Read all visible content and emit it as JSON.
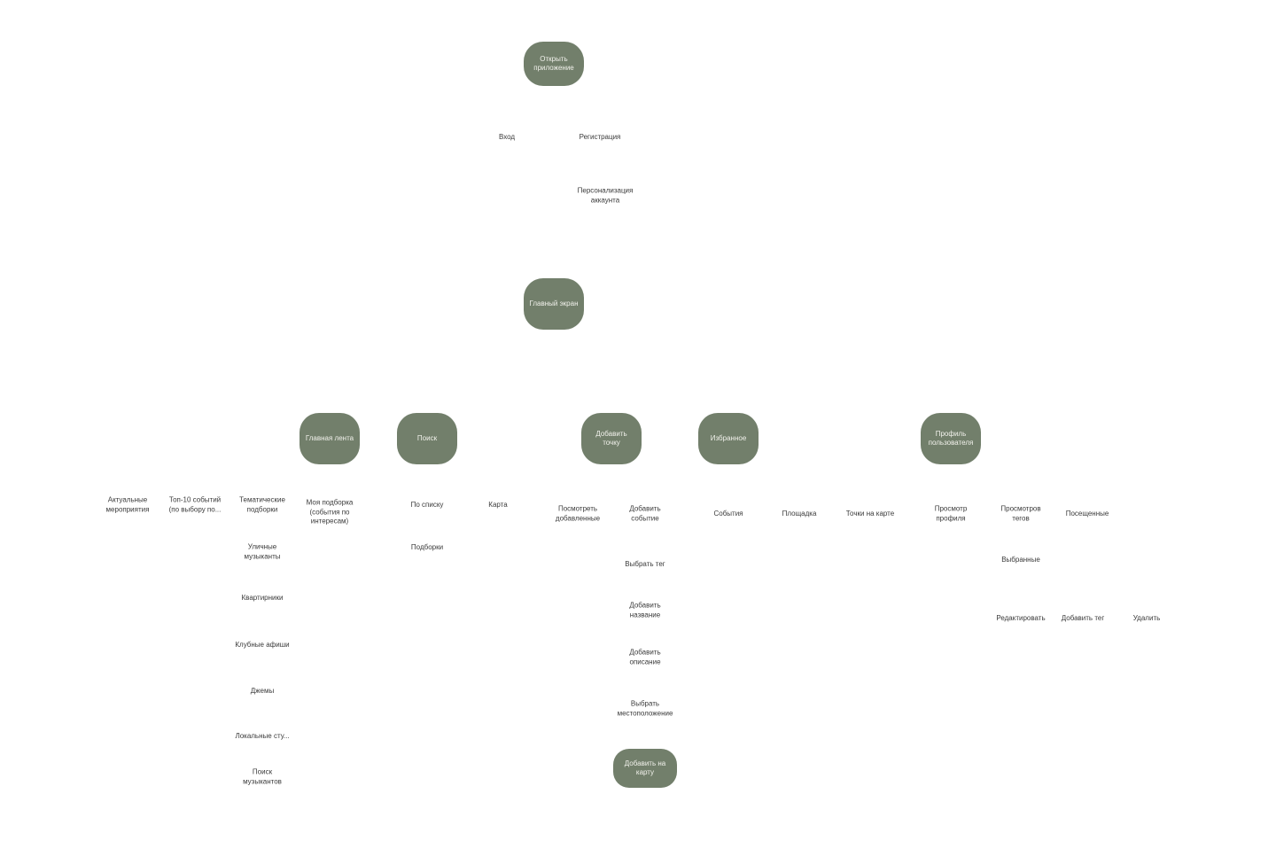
{
  "nodes": {
    "open_app": "Открыть\nприложение",
    "main_screen": "Главный экран",
    "main_feed": "Главная лента",
    "search": "Поиск",
    "add_point": "Добавить точку",
    "favorites": "Избранное",
    "user_profile": "Профиль\nпользователя",
    "add_to_map": "Добавить на\nкарту"
  },
  "labels": {
    "login": "Вход",
    "registration": "Регистрация",
    "personalization": "Персонализация\nаккаунта",
    "actual_events": "Актуальные\nмероприятия",
    "top10": "Топ-10 событий\n(по выбору по...",
    "thematic": "Тематические\nподборки",
    "my_selection": "Моя подборка\n(события по\nинтересам)",
    "street_musicians": "Уличные\nмузыканты",
    "apartment": "Квартирники",
    "club_posters": "Клубные афиши",
    "jams": "Джемы",
    "local_studios": "Локальные сту...",
    "musician_search": "Поиск\nмузыкантов",
    "by_list": "По списку",
    "map": "Карта",
    "collections": "Подборки",
    "view_added": "Посмотреть\nдобавленные",
    "add_event": "Добавить\nсобытие",
    "choose_tag": "Выбрать тег",
    "add_name": "Добавить\nназвание",
    "add_description": "Добавить\nописание",
    "choose_location": "Выбрать\nместоположение",
    "events": "События",
    "venue": "Площадка",
    "map_points": "Точки на карте",
    "view_profile": "Просмотр\nпрофиля",
    "view_tags": "Просмотров\nтегов",
    "visited": "Посещенные",
    "selected": "Выбранные",
    "edit": "Редактировать",
    "add_tag": "Добавить тег",
    "delete": "Удалить"
  }
}
